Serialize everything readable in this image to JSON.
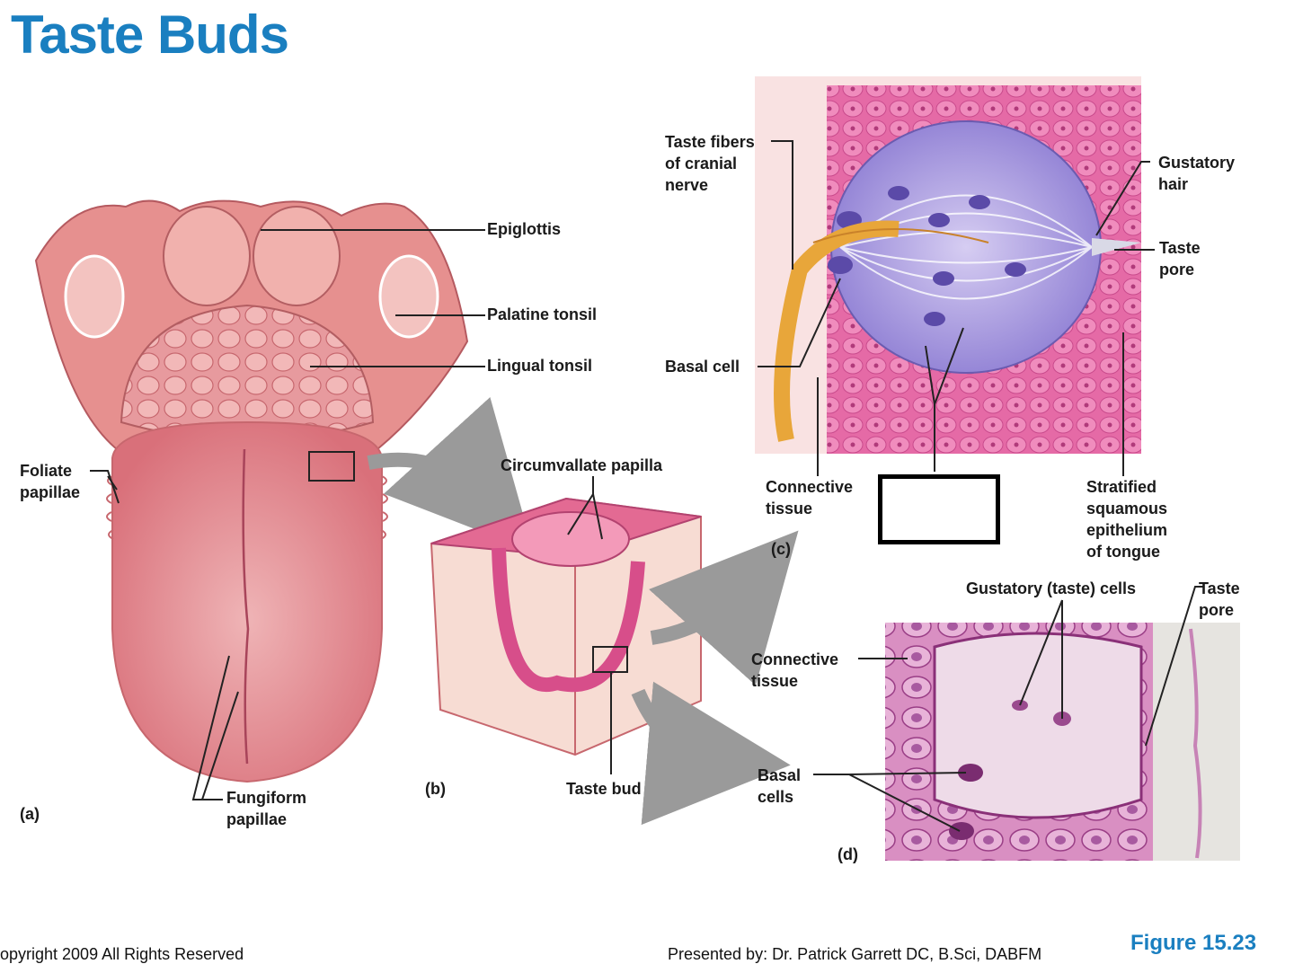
{
  "title": "Taste Buds",
  "labels": {
    "epiglottis": "Epiglottis",
    "palatine_tonsil": "Palatine tonsil",
    "lingual_tonsil": "Lingual tonsil",
    "foliate_papillae": "Foliate\npapillae",
    "fungiform_papillae": "Fungiform\npapillae",
    "circumvallate_papilla": "Circumvallate papilla",
    "taste_bud": "Taste bud",
    "taste_fibers": "Taste fibers\nof cranial\nnerve",
    "gustatory_hair": "Gustatory\nhair",
    "taste_pore_c": "Taste\npore",
    "basal_cell": "Basal cell",
    "connective_tissue_c": "Connective\ntissue",
    "stratified_epithelium": "Stratified\nsquamous\nepithelium\nof tongue",
    "gustatory_cells": "Gustatory (taste) cells",
    "taste_pore_d": "Taste\npore",
    "connective_tissue_d": "Connective\ntissue",
    "basal_cells_d": "Basal\ncells"
  },
  "panels": {
    "a": "(a)",
    "b": "(b)",
    "c": "(c)",
    "d": "(d)"
  },
  "footer": {
    "copyright": "opyright 2009 All Rights Reserved",
    "presenter": "Presented by: Dr. Patrick Garrett DC, B.Sci, DABFM",
    "figure": "Figure 15.23"
  },
  "colors": {
    "title": "#1a7fc0",
    "tongue": "#e8a0a6",
    "taste_bud_purple": "#a99be0",
    "epithelium_pink": "#e86aa8",
    "arrow_gray": "#9a9a9a"
  }
}
